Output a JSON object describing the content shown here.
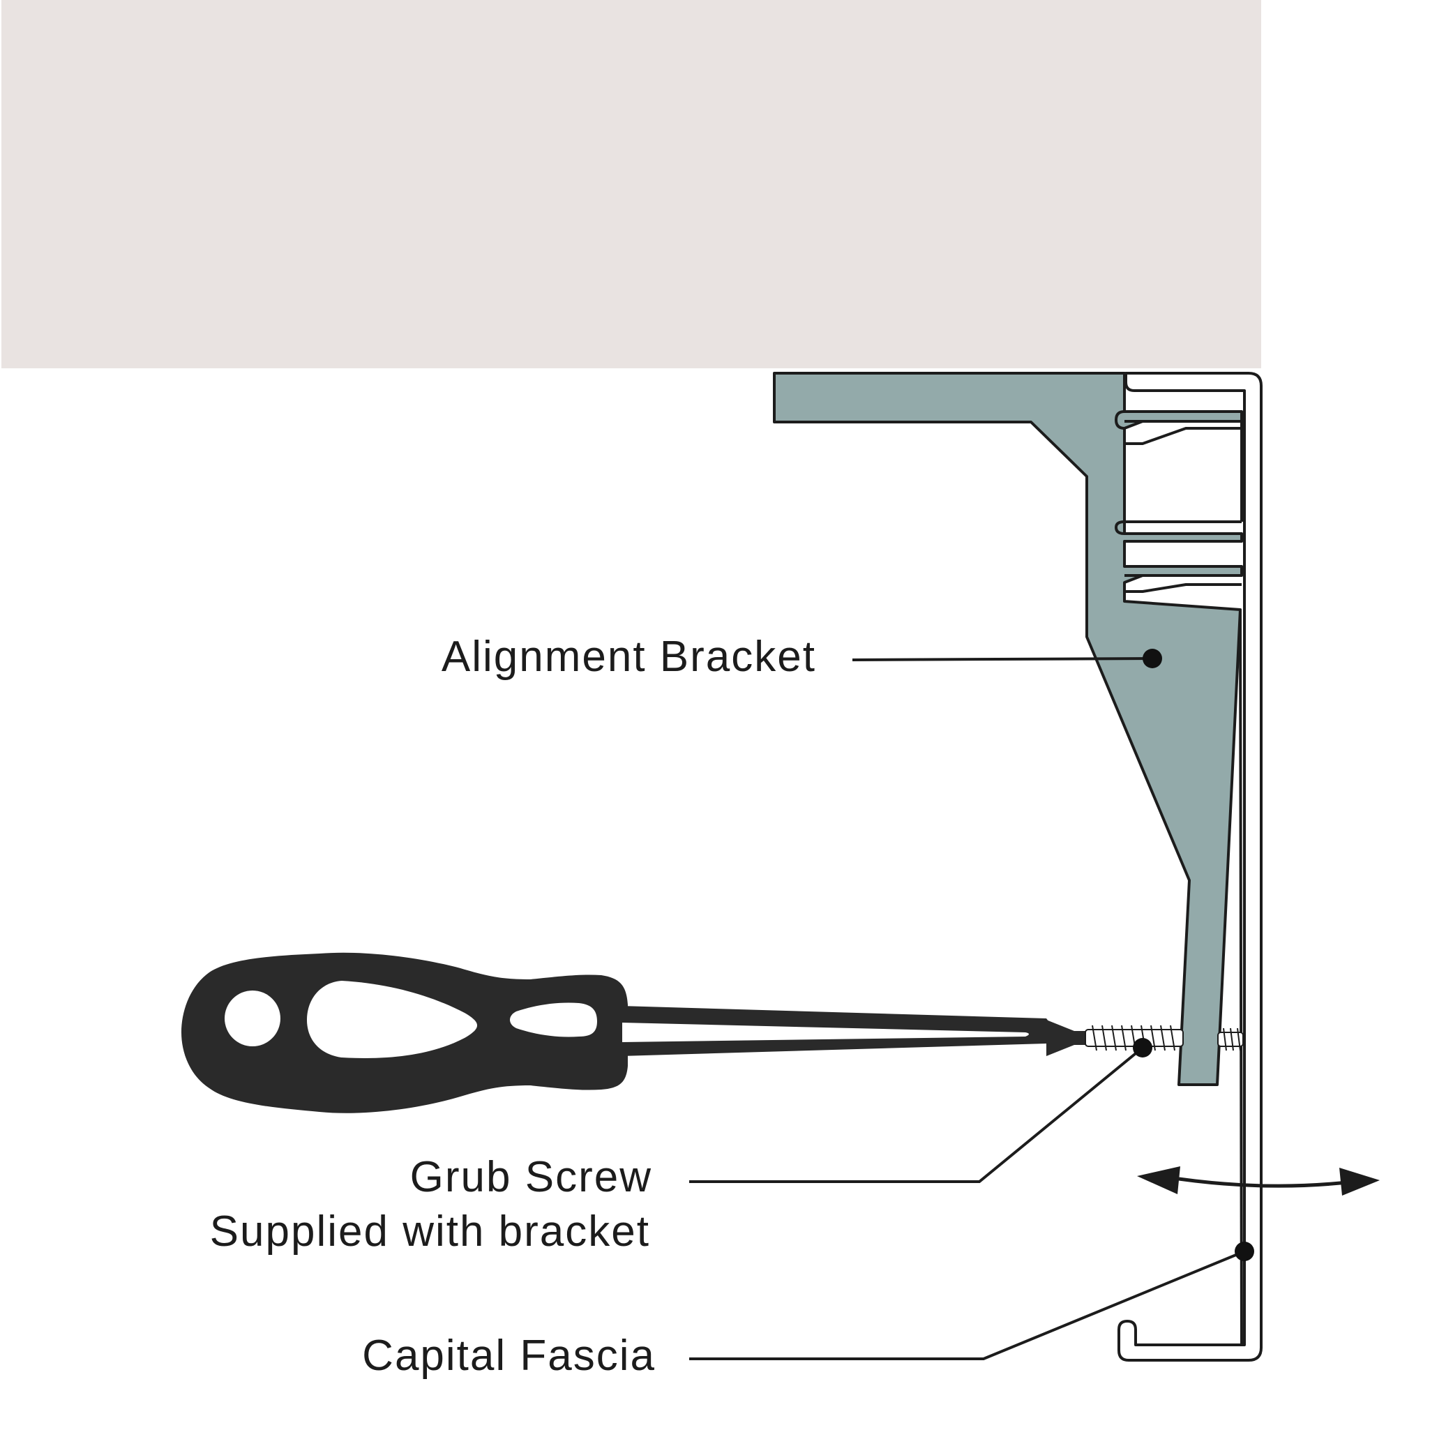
{
  "colors": {
    "ceiling": "#E9E3E1",
    "bracket": "#93AAAA",
    "line": "#1C1C1C",
    "handle": "#2A2A2A"
  },
  "labels": {
    "alignment_bracket": "Alignment Bracket",
    "grub_screw_line1": "Grub Screw",
    "grub_screw_line2": "Supplied with bracket",
    "capital_fascia": "Capital Fascia"
  },
  "icons": {
    "adjust_arrow": "double-headed-curved-arrow-icon",
    "screwdriver": "screwdriver-icon"
  }
}
